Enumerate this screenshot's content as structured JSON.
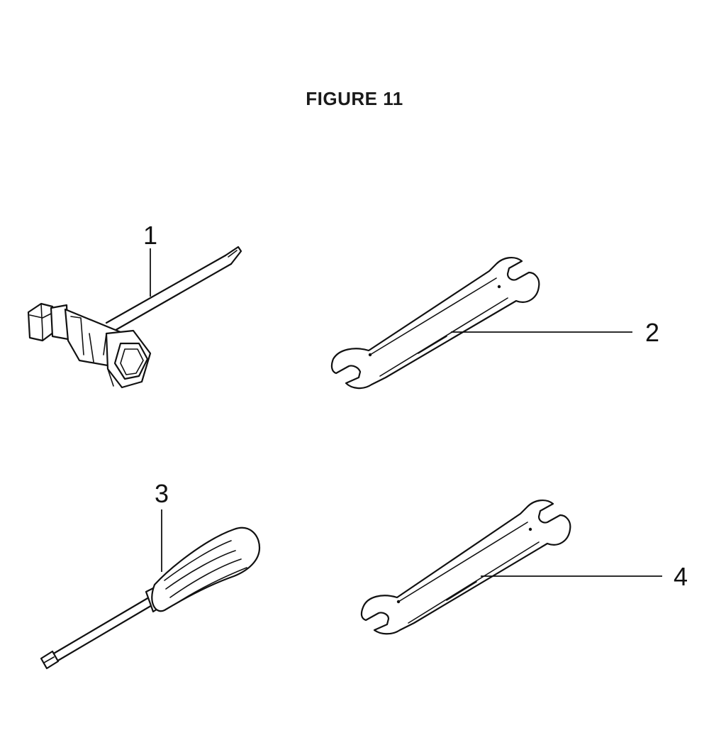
{
  "figure": {
    "title": "FIGURE 11"
  },
  "parts": [
    {
      "callout": "1",
      "icon": "plug-wrench-with-screwdriver-handle-icon"
    },
    {
      "callout": "2",
      "icon": "open-end-wrench-icon"
    },
    {
      "callout": "3",
      "icon": "phillips-screwdriver-icon"
    },
    {
      "callout": "4",
      "icon": "open-end-wrench-icon"
    }
  ],
  "colors": {
    "line": "#111111",
    "background": "#ffffff"
  }
}
